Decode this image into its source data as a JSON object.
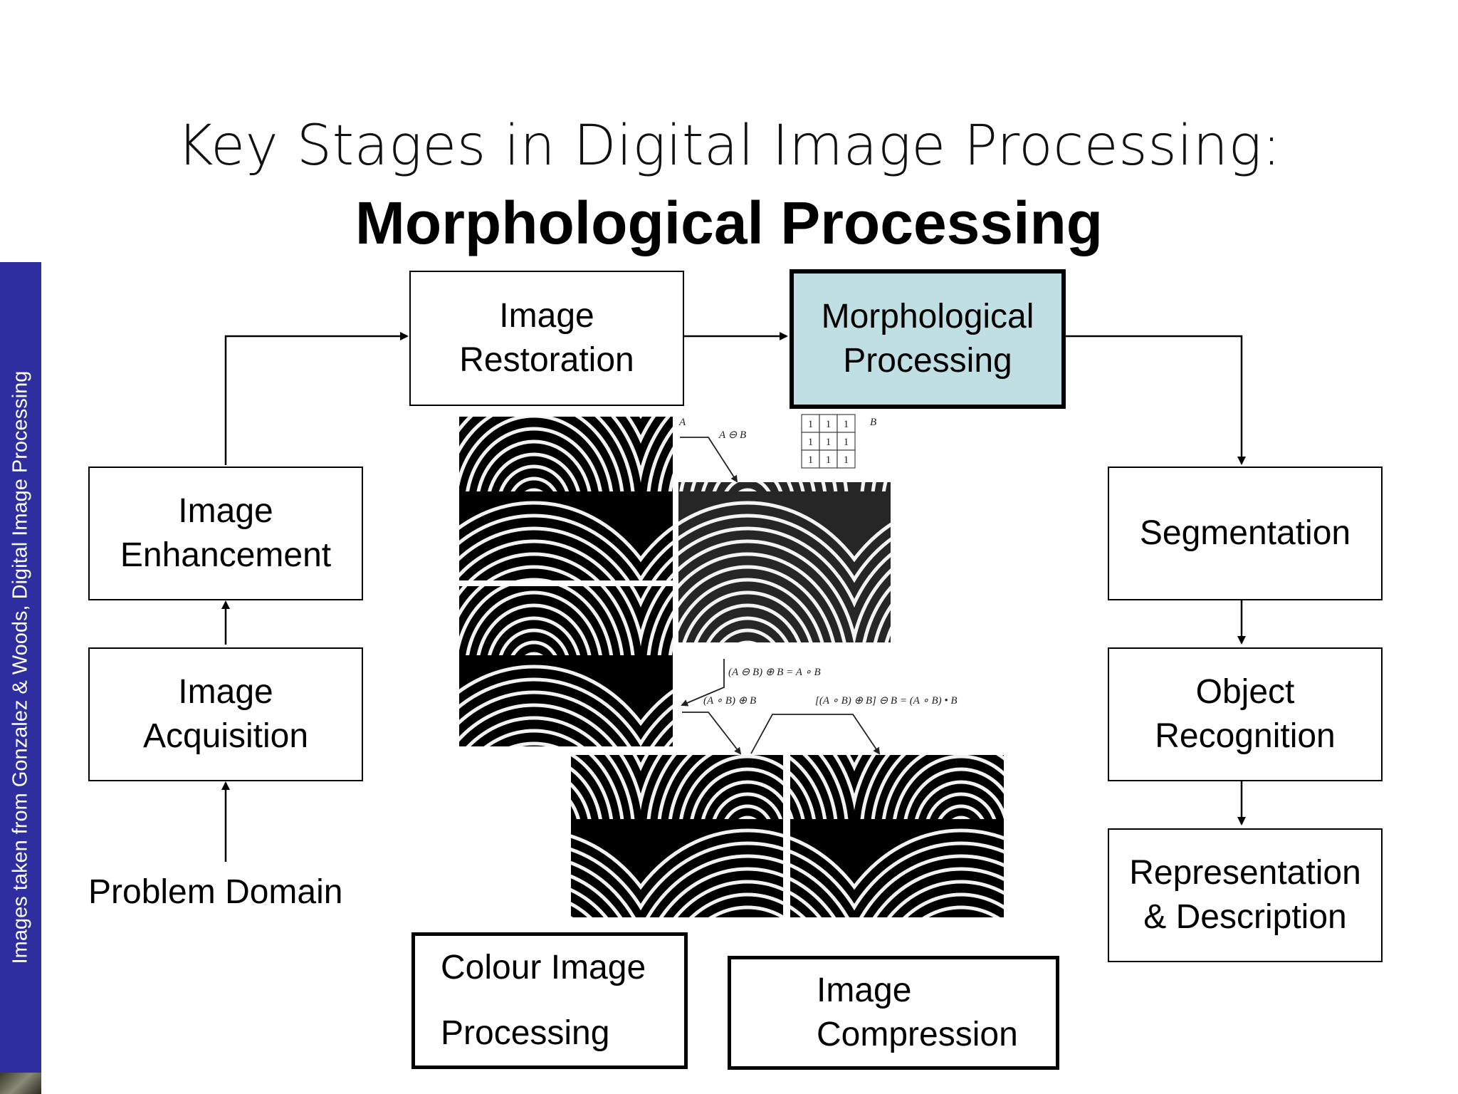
{
  "title": {
    "line1": "Key Stages in Digital Image Processing:",
    "line2": "Morphological Processing"
  },
  "sidebar": {
    "credit": "Images taken from Gonzalez & Woods, Digital Image Processing"
  },
  "boxes": {
    "image_restoration": [
      "Image",
      "Restoration"
    ],
    "morphological_processing": [
      "Morphological",
      "Processing"
    ],
    "image_enhancement": [
      "Image",
      "Enhancement"
    ],
    "image_acquisition": [
      "Image",
      "Acquisition"
    ],
    "segmentation": [
      "Segmentation"
    ],
    "object_recognition": [
      "Object",
      "Recognition"
    ],
    "representation_description": [
      "Representation",
      "& Description"
    ],
    "colour_image_processing": [
      "Colour Image",
      "Processing"
    ],
    "image_compression": [
      "Image",
      "Compression"
    ]
  },
  "problem_domain": "Problem Domain",
  "figure": {
    "label_A": "A",
    "label_B": "B",
    "label_erosion": "A ⊖ B",
    "label_opening": "(A ⊖ B) ⊕ B = A ∘ B",
    "label_opening_dilate": "(A ∘ B) ⊕ B",
    "label_closing": "[(A ∘ B) ⊕ B] ⊖ B = (A ∘ B) • B",
    "structuring_element": [
      "1",
      "1",
      "1",
      "1",
      "1",
      "1",
      "1",
      "1",
      "1"
    ]
  },
  "colors": {
    "highlight": "#bfdfe2",
    "sidebar": "#2e2ea0"
  }
}
